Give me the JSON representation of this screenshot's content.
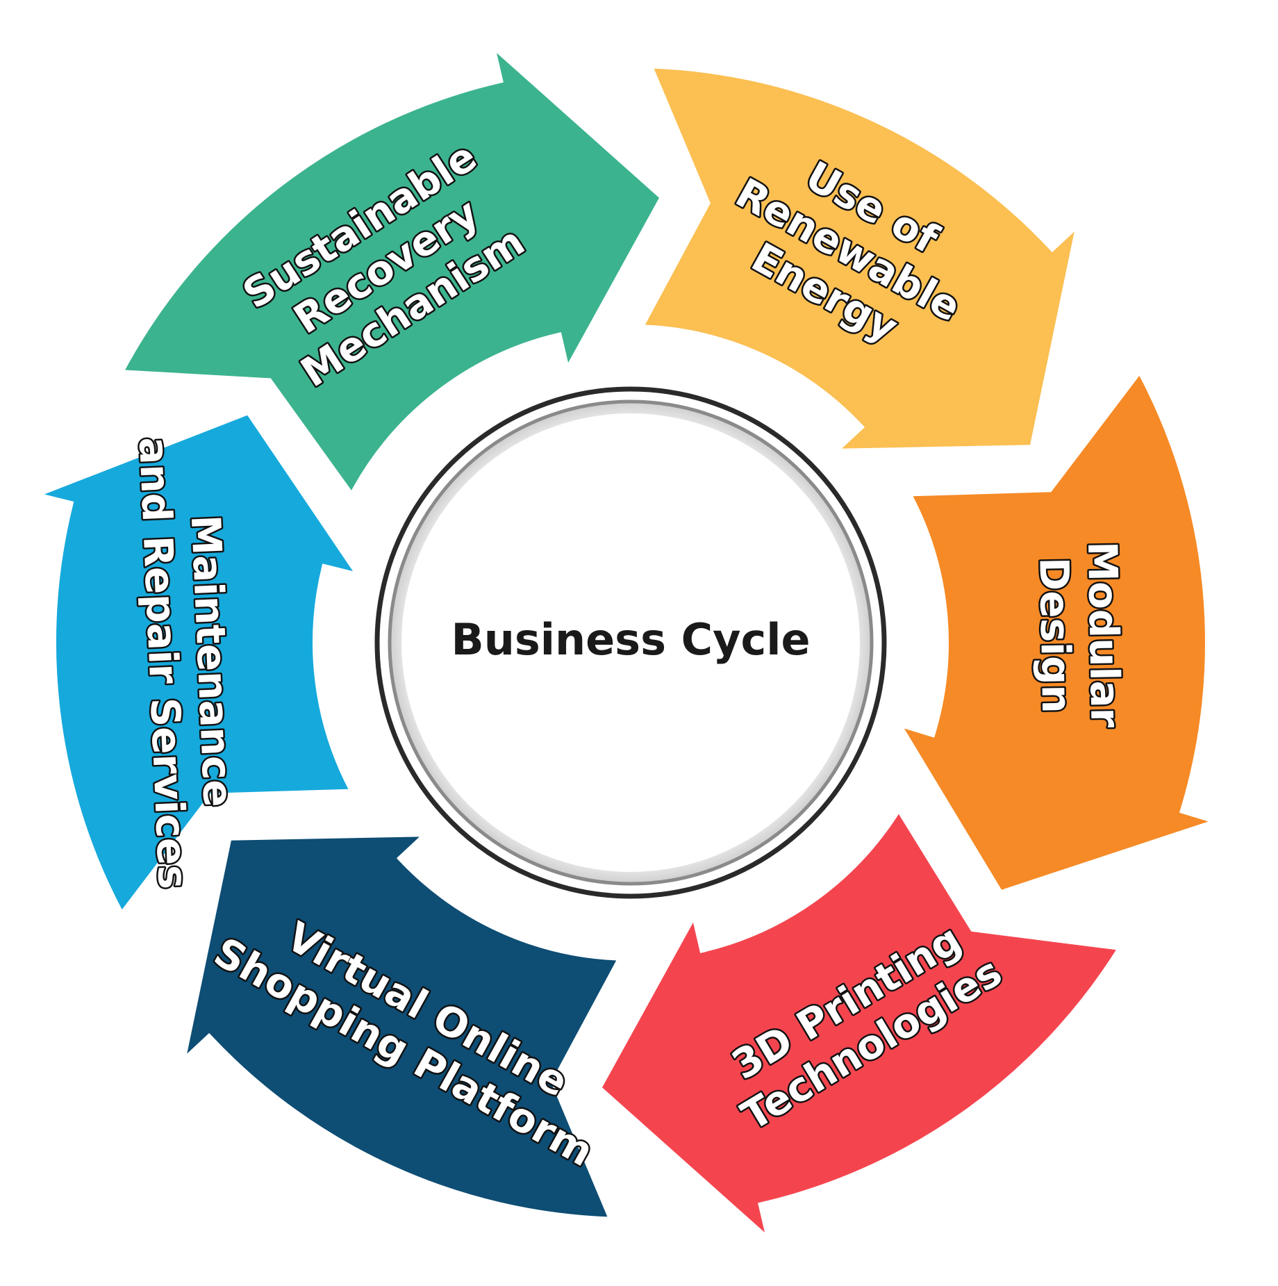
{
  "center": {
    "label": "Business Cycle"
  },
  "segments": [
    {
      "id": "sustainable-recovery",
      "lines": [
        "Sustainable",
        "Recovery",
        "Mechanism"
      ],
      "color": "#3cb38f"
    },
    {
      "id": "renewable-energy",
      "lines": [
        "Use of",
        "Renewable",
        "Energy"
      ],
      "color": "#fbbf52"
    },
    {
      "id": "modular-design",
      "lines": [
        "Modular",
        "Design"
      ],
      "color": "#f68a26"
    },
    {
      "id": "3d-printing",
      "lines": [
        "3D Printing",
        "Technologies"
      ],
      "color": "#f4454f"
    },
    {
      "id": "virtual-shopping",
      "lines": [
        "Virtual Online",
        "Shopping Platform"
      ],
      "color": "#0e4d74"
    },
    {
      "id": "maintenance-repair",
      "lines": [
        "Maintenance",
        "and Repair Services"
      ],
      "color": "#16a9dc"
    }
  ]
}
